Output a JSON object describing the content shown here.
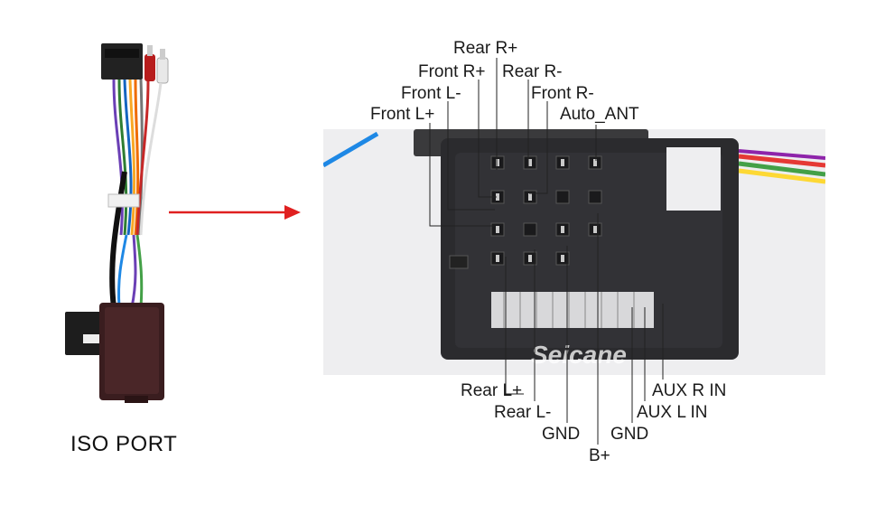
{
  "caption": "ISO PORT",
  "watermark": "Seicane",
  "labels": {
    "rear_r_plus": "Rear R+",
    "front_r_plus": "Front R+",
    "rear_r_minus": "Rear R-",
    "front_l_minus": "Front L-",
    "front_r_minus": "Front R-",
    "front_l_plus": "Front L+",
    "auto_ant": "Auto_ANT",
    "rear_l_plus": "Rear L+",
    "rear_l_minus": "Rear L-",
    "gnd_1": "GND",
    "gnd_2": "GND",
    "b_plus": "B+",
    "aux_r_in": "AUX R IN",
    "aux_l_in": "AUX L IN"
  },
  "colors": {
    "arrow": "#e02020",
    "connector_body": "#2b2b2e",
    "module_box": "#3a1d1f",
    "leader_line": "#222222"
  },
  "icons": [
    "wiring-harness-photo",
    "arrow-right-icon",
    "iso-connector-photo"
  ]
}
